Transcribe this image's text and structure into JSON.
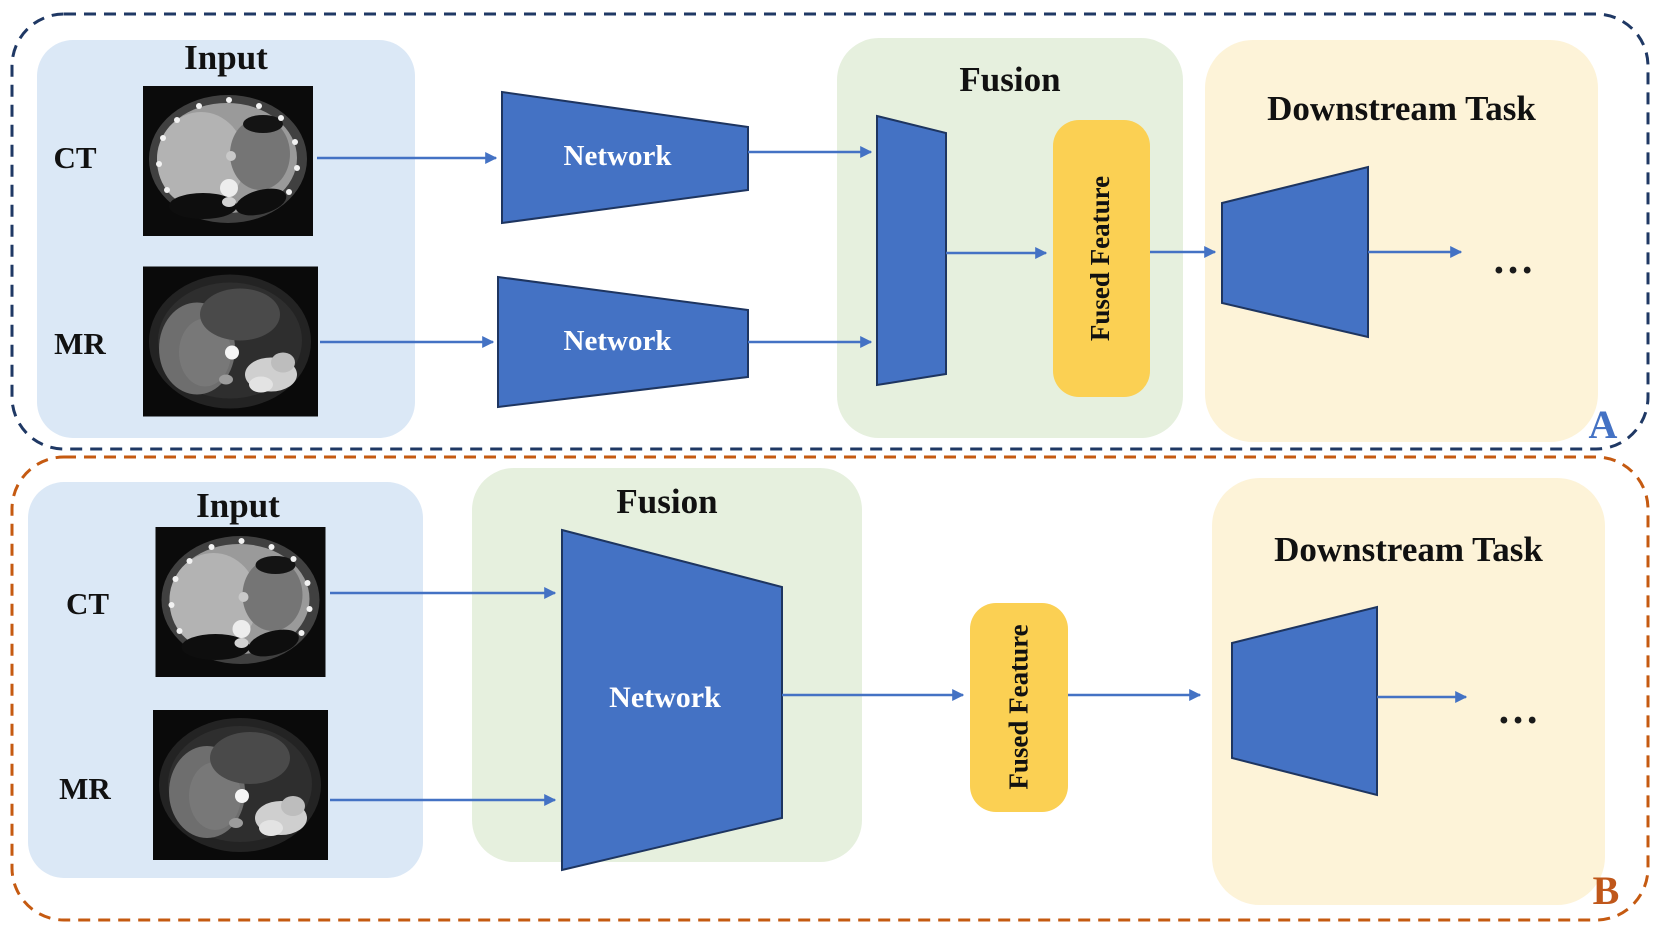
{
  "figure": {
    "description_note": "Two-panel architecture diagram",
    "colors": {
      "shape_blue": "#4472C4",
      "shape_border": "#1E3560",
      "arrow_blue": "#4472C4",
      "panel_a_border": "#1F3864",
      "panel_b_border": "#C55A11",
      "input_bg": "#DBE8F6",
      "fusion_bg": "#E6F0DE",
      "fused_feature_bg": "#FBD053",
      "downstream_bg": "#FDF3D8",
      "label_a_color": "#4472C4",
      "label_b_color": "#C0571A"
    },
    "images": {
      "ct": "abdominal-ct-axial-slice",
      "mr": "abdominal-mr-axial-slice"
    }
  },
  "panel_a": {
    "label": "A",
    "input_title": "Input",
    "ct_label": "CT",
    "mr_label": "MR",
    "network1_label": "Network",
    "network2_label": "Network",
    "fusion_title": "Fusion",
    "fused_feature_label": "Fused Feature",
    "downstream_title": "Downstream Task",
    "ellipsis": "…"
  },
  "panel_b": {
    "label": "B",
    "input_title": "Input",
    "ct_label": "CT",
    "mr_label": "MR",
    "fusion_title": "Fusion",
    "network_label": "Network",
    "fused_feature_label": "Fused Feature",
    "downstream_title": "Downstream Task",
    "ellipsis": "…"
  }
}
